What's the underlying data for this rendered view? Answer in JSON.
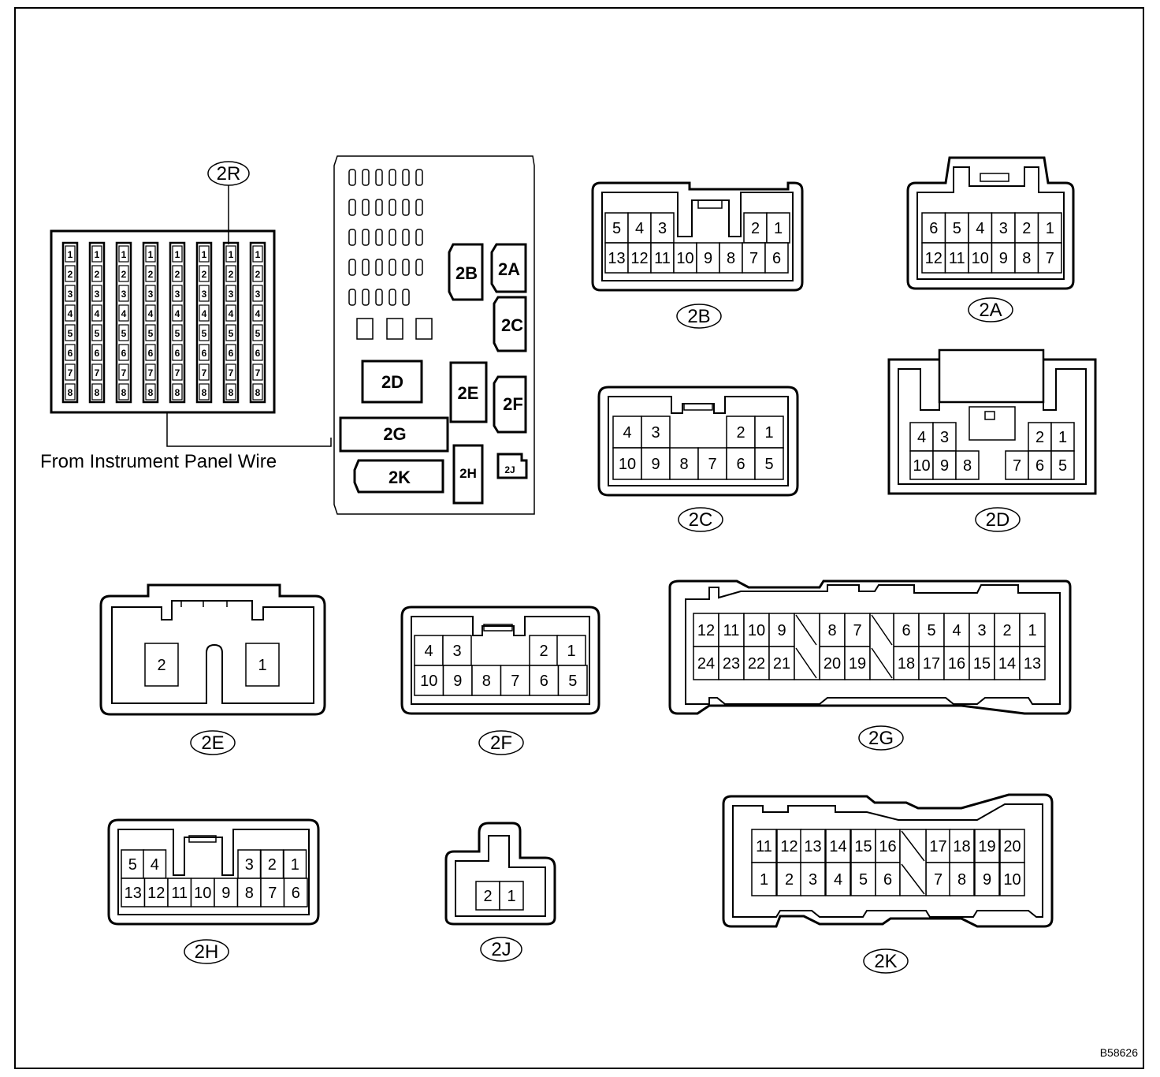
{
  "caption": "From Instrument Panel Wire",
  "figure_code": "B58626",
  "connector_labels": {
    "c2R": "2R",
    "c2A": "2A",
    "c2B": "2B",
    "c2C": "2C",
    "c2D": "2D",
    "c2E": "2E",
    "c2F": "2F",
    "c2G": "2G",
    "c2H": "2H",
    "c2J": "2J",
    "c2K": "2K"
  },
  "connectors": {
    "c2R": {
      "columns": 8,
      "pins": [
        "1",
        "2",
        "3",
        "4",
        "5",
        "6",
        "7",
        "8"
      ]
    },
    "c2B": {
      "top": [
        "5",
        "4",
        "3",
        "2",
        "1"
      ],
      "bottom": [
        "13",
        "12",
        "11",
        "10",
        "9",
        "8",
        "7",
        "6"
      ]
    },
    "c2A": {
      "top": [
        "6",
        "5",
        "4",
        "3",
        "2",
        "1"
      ],
      "bottom": [
        "12",
        "11",
        "10",
        "9",
        "8",
        "7"
      ]
    },
    "c2C": {
      "top": [
        "4",
        "3",
        "2",
        "1"
      ],
      "bottom": [
        "10",
        "9",
        "8",
        "7",
        "6",
        "5"
      ]
    },
    "c2D": {
      "top": [
        "4",
        "3",
        "2",
        "1"
      ],
      "bottom": [
        "10",
        "9",
        "8",
        "7",
        "6",
        "5"
      ]
    },
    "c2E": {
      "pins": [
        "2",
        "1"
      ]
    },
    "c2F": {
      "top": [
        "4",
        "3",
        "2",
        "1"
      ],
      "bottom": [
        "10",
        "9",
        "8",
        "7",
        "6",
        "5"
      ]
    },
    "c2G": {
      "top": [
        "12",
        "11",
        "10",
        "9",
        "8",
        "7",
        "6",
        "5",
        "4",
        "3",
        "2",
        "1"
      ],
      "bottom": [
        "24",
        "23",
        "22",
        "21",
        "20",
        "19",
        "18",
        "17",
        "16",
        "15",
        "14",
        "13"
      ]
    },
    "c2H": {
      "top": [
        "5",
        "4",
        "3",
        "2",
        "1"
      ],
      "bottom": [
        "13",
        "12",
        "11",
        "10",
        "9",
        "8",
        "7",
        "6"
      ]
    },
    "c2J": {
      "pins": [
        "2",
        "1"
      ]
    },
    "c2K": {
      "top": [
        "11",
        "12",
        "13",
        "14",
        "15",
        "16",
        "17",
        "18",
        "19",
        "20"
      ],
      "bottom": [
        "1",
        "2",
        "3",
        "4",
        "5",
        "6",
        "7",
        "8",
        "9",
        "10"
      ]
    }
  }
}
